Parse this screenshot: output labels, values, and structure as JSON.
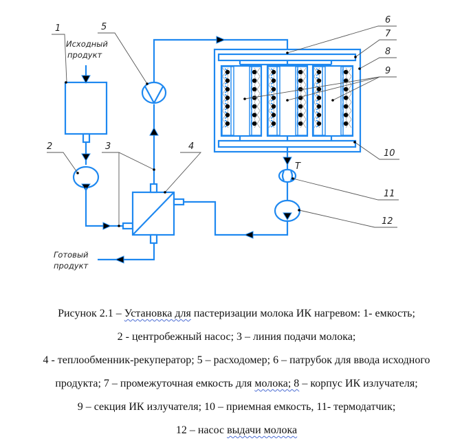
{
  "diagram": {
    "title": "Installation for IR pasteurization of milk",
    "labels": {
      "n1": "1",
      "n2": "2",
      "n3": "3",
      "n4": "4",
      "n5": "5",
      "n6": "6",
      "n7": "7",
      "n8": "8",
      "n9": "9",
      "n10": "10",
      "n11": "11",
      "n12": "12",
      "thermo_T": "T"
    },
    "notes": {
      "input_line1": "Исходный",
      "input_line2": "продукт",
      "output_line1": "Готовый",
      "output_line2": "продукт"
    },
    "colors": {
      "pipe": "#1e88f0",
      "leader": "#555555",
      "arrow": "#000000"
    },
    "emitter_sections": 3
  },
  "caption": {
    "line1_prefix": "Рисунок 2.1 – ",
    "line1_squiggle": "Установка  для",
    "line1_suffix": " пастеризации молока ИК нагревом: 1- емкость;",
    "line2": "2 - центробежный насос; 3 – линия подачи молока;",
    "line3": "4 - теплообменник-рекуператор; 5 – расходомер; 6 – патрубок для ввода исходного",
    "line4_prefix": "продукта; 7 – промежуточная емкость для ",
    "line4_squiggle": "молока;  8",
    "line4_suffix": " – корпус ИК излучателя;",
    "line5": "9 – секция ИК излучателя; 10 – приемная емкость, 11- термодатчик;",
    "line6_prefix": "12 – насос ",
    "line6_squiggle": "выдачи  молока"
  }
}
